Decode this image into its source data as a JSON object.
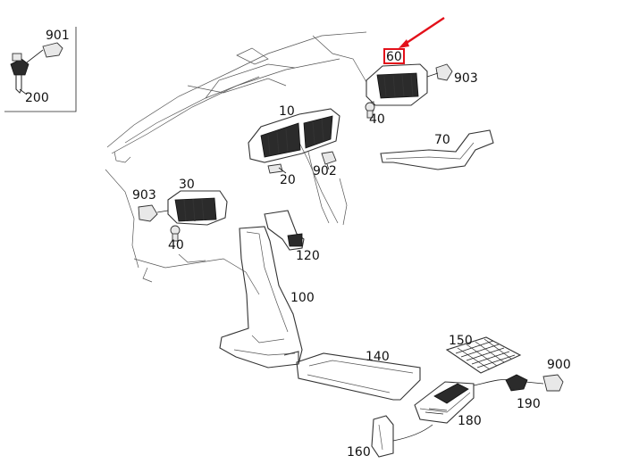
{
  "labels": {
    "l901": "901",
    "l200": "200",
    "l60": "60",
    "l903a": "903",
    "l10": "10",
    "l40a": "40",
    "l70": "70",
    "l902": "902",
    "l20": "20",
    "l903b": "903",
    "l30": "30",
    "l40b": "40",
    "l120": "120",
    "l100": "100",
    "l140": "140",
    "l150": "150",
    "l900": "900",
    "l190": "190",
    "l180": "180",
    "l160": "160"
  },
  "colors": {
    "highlight": "#e3101a",
    "line": "#333333",
    "ghost": "#9a9a9a"
  }
}
